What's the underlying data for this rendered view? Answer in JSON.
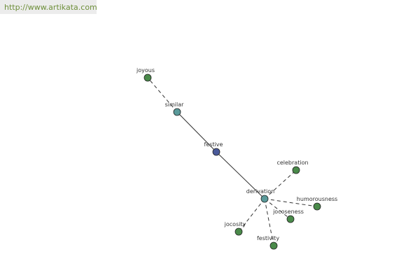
{
  "header": {
    "url": "http://www.artikata.com"
  },
  "colors": {
    "root": "#4a5a9a",
    "relation": "#5a9a9a",
    "leaf": "#4a8a4a",
    "edge": "#333333"
  },
  "nodes": [
    {
      "id": "festive",
      "label": "festive",
      "kind": "root"
    },
    {
      "id": "similar",
      "label": "similar",
      "kind": "relation"
    },
    {
      "id": "joyous",
      "label": "joyous",
      "kind": "leaf"
    },
    {
      "id": "derivation",
      "label": "derivation",
      "kind": "relation"
    },
    {
      "id": "celebration",
      "label": "celebration",
      "kind": "leaf"
    },
    {
      "id": "humorousness",
      "label": "humorousness",
      "kind": "leaf"
    },
    {
      "id": "jocoseness",
      "label": "jocoseness",
      "kind": "leaf"
    },
    {
      "id": "jocosity",
      "label": "jocosity",
      "kind": "leaf"
    },
    {
      "id": "festivity",
      "label": "festivity",
      "kind": "leaf"
    }
  ],
  "edges": [
    {
      "from": "festive",
      "to": "similar",
      "style": "solid"
    },
    {
      "from": "festive",
      "to": "derivation",
      "style": "solid"
    },
    {
      "from": "similar",
      "to": "joyous",
      "style": "dashed"
    },
    {
      "from": "derivation",
      "to": "celebration",
      "style": "dashed"
    },
    {
      "from": "derivation",
      "to": "humorousness",
      "style": "dashed"
    },
    {
      "from": "derivation",
      "to": "jocoseness",
      "style": "dashed"
    },
    {
      "from": "derivation",
      "to": "jocosity",
      "style": "dashed"
    },
    {
      "from": "derivation",
      "to": "festivity",
      "style": "dashed"
    }
  ]
}
